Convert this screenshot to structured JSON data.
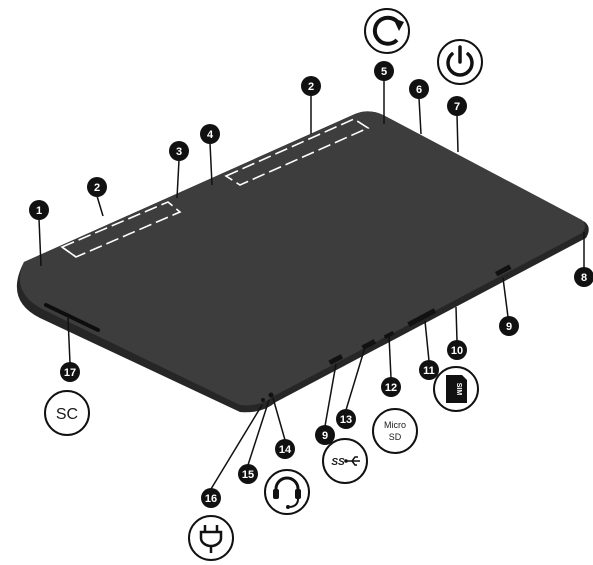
{
  "callouts": {
    "c1": "1",
    "c2a": "2",
    "c2b": "2",
    "c3": "3",
    "c4": "4",
    "c5": "5",
    "c6": "6",
    "c7": "7",
    "c8": "8",
    "c9a": "9",
    "c9b": "9",
    "c10": "10",
    "c11": "11",
    "c12": "12",
    "c13": "13",
    "c14": "14",
    "c15": "15",
    "c16": "16",
    "c17": "17"
  },
  "icons": {
    "rotation_lock": "rotate-icon",
    "power": "power-icon",
    "smart_card": "smart-card-icon",
    "usb": "usb-superspeed-icon",
    "microsd": "microsd-icon",
    "sim": "sim-icon",
    "headset": "headset-icon",
    "power_connector": "power-plug-icon"
  },
  "icon_labels": {
    "smart_card": "SC",
    "microsd_line1": "Micro",
    "microsd_line2": "SD",
    "sim": "SIM",
    "usb": "SS"
  },
  "colors": {
    "tablet_body": "#3d3d3d",
    "tablet_edge": "#2a2a2a",
    "callout_fill": "#111111",
    "line": "#111111"
  }
}
